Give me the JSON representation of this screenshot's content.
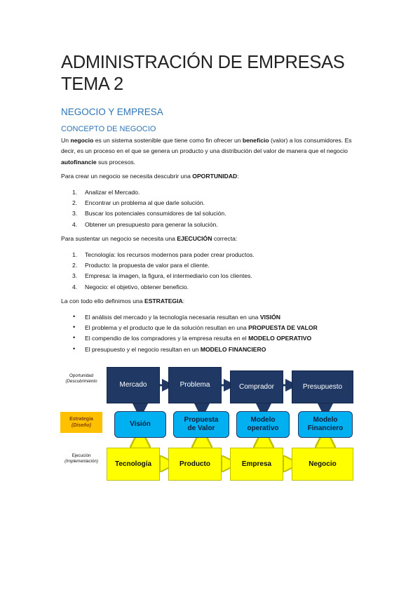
{
  "title": {
    "line1": "ADMINISTRACIÓN DE EMPRESAS",
    "line2": "TEMA 2"
  },
  "section": "NEGOCIO Y EMPRESA",
  "subsection": "CONCEPTO DE NEGOCIO",
  "intro": {
    "p1_pre": "Un ",
    "p1_b1": "negocio",
    "p1_mid": " es un sistema sostenible que tiene como fin ofrecer un ",
    "p1_b2": "beneficio",
    "p1_mid2": " (valor) a los consumidores. Es decir, es un proceso en el que se genera un producto y una distribución del valor de manera que el negocio ",
    "p1_b3": "autofinancie",
    "p1_end": " sus procesos."
  },
  "oportunidad": {
    "pre": "Para crear un negocio se necesita descubrir una ",
    "bold": "OPORTUNIDAD",
    "post": ":",
    "items": [
      {
        "n": "1.",
        "text": "Analizar el Mercado."
      },
      {
        "n": "2.",
        "text": "Encontrar un problema al que darle solución."
      },
      {
        "n": "3.",
        "text": "Buscar los potenciales consumidores de tal solución."
      },
      {
        "n": "4.",
        "text": "Obtener un presupuesto para generar la solución."
      }
    ]
  },
  "ejecucion": {
    "pre": "Para sustentar un negocio se necesita una ",
    "bold": "EJECUCIÓN",
    "post": " correcta:",
    "items": [
      {
        "n": "1.",
        "text": "Tecnología: los recursos modernos para poder crear productos."
      },
      {
        "n": "2.",
        "text": "Producto: la propuesta de valor para el cliente."
      },
      {
        "n": "3.",
        "text": "Empresa: la imagen, la figura, el intermediario con los clientes."
      },
      {
        "n": "4.",
        "text": "Negocio: el objetivo, obtener beneficio."
      }
    ]
  },
  "estrategia": {
    "pre": "La con todo ello definimos una ",
    "bold": "ESTRATEGIA",
    "post": ":",
    "items": [
      {
        "text": "El análisis del mercado y la tecnología necesaria resultan en una ",
        "bold": "VISIÓN"
      },
      {
        "text": "El problema y el producto que le da solución resultan en una ",
        "bold": "PROPUESTA DE VALOR"
      },
      {
        "text": "El compendio de los compradores y la empresa resulta en el ",
        "bold": "MODELO OPERATIVO"
      },
      {
        "text": "El presupuesto y el negocio resultan en un ",
        "bold": "MODELO FINANCIERO"
      }
    ]
  },
  "diagram": {
    "row_labels": {
      "oportunidad": {
        "title": "Oportunidad",
        "sub": "(Descubrimiento"
      },
      "estrategia": {
        "title": "Estrategia",
        "sub": "(Diseño)"
      },
      "ejecucion": {
        "title": "Ejecución",
        "sub": "(Implementación)"
      }
    },
    "top": [
      "Mercado",
      "Problema",
      "Comprador",
      "Presupuesto"
    ],
    "middle": [
      [
        "Visión"
      ],
      [
        "Propuesta",
        "de Valor"
      ],
      [
        "Modelo",
        "operativo"
      ],
      [
        "Modelo",
        "Financiero"
      ]
    ],
    "bottom": [
      "Tecnología",
      "Producto",
      "Empresa",
      "Negocio"
    ],
    "colors": {
      "dark": "#1f3864",
      "blue": "#00b0f0",
      "yellow": "#ffff00",
      "orange": "#ffc000"
    }
  }
}
